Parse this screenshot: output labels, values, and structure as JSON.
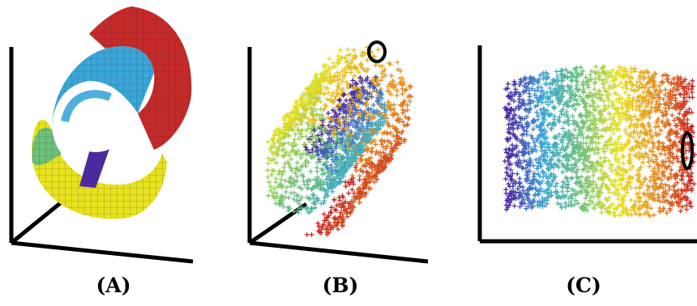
{
  "panels": [
    {
      "label": "(A)"
    },
    {
      "label": "(B)"
    },
    {
      "label": "(C)"
    }
  ],
  "colors": {
    "axis": "#000000",
    "gradient_low": "#4b1f9e",
    "gradient_high": "#c82020"
  }
}
